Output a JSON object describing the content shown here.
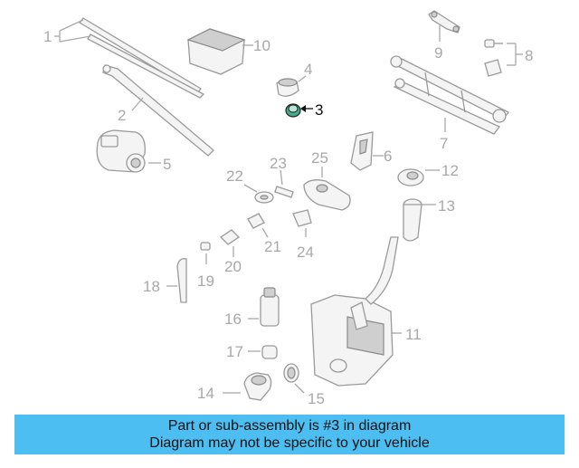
{
  "callouts": {
    "c1": "1",
    "c2": "2",
    "c3": "3",
    "c4": "4",
    "c5": "5",
    "c6": "6",
    "c7": "7",
    "c8": "8",
    "c9": "9",
    "c10": "10",
    "c11": "11",
    "c12": "12",
    "c13": "13",
    "c14": "14",
    "c15": "15",
    "c16": "16",
    "c17": "17",
    "c18": "18",
    "c19": "19",
    "c20": "20",
    "c21": "21",
    "c22": "22",
    "c23": "23",
    "c24": "24",
    "c25": "25"
  },
  "highlight": {
    "part_number": "3",
    "color": "#111111"
  },
  "banner": {
    "line1": "Part or sub-assembly is #3 in diagram",
    "line2": "Diagram may not be specific to your vehicle",
    "background": "#4dbef1"
  }
}
